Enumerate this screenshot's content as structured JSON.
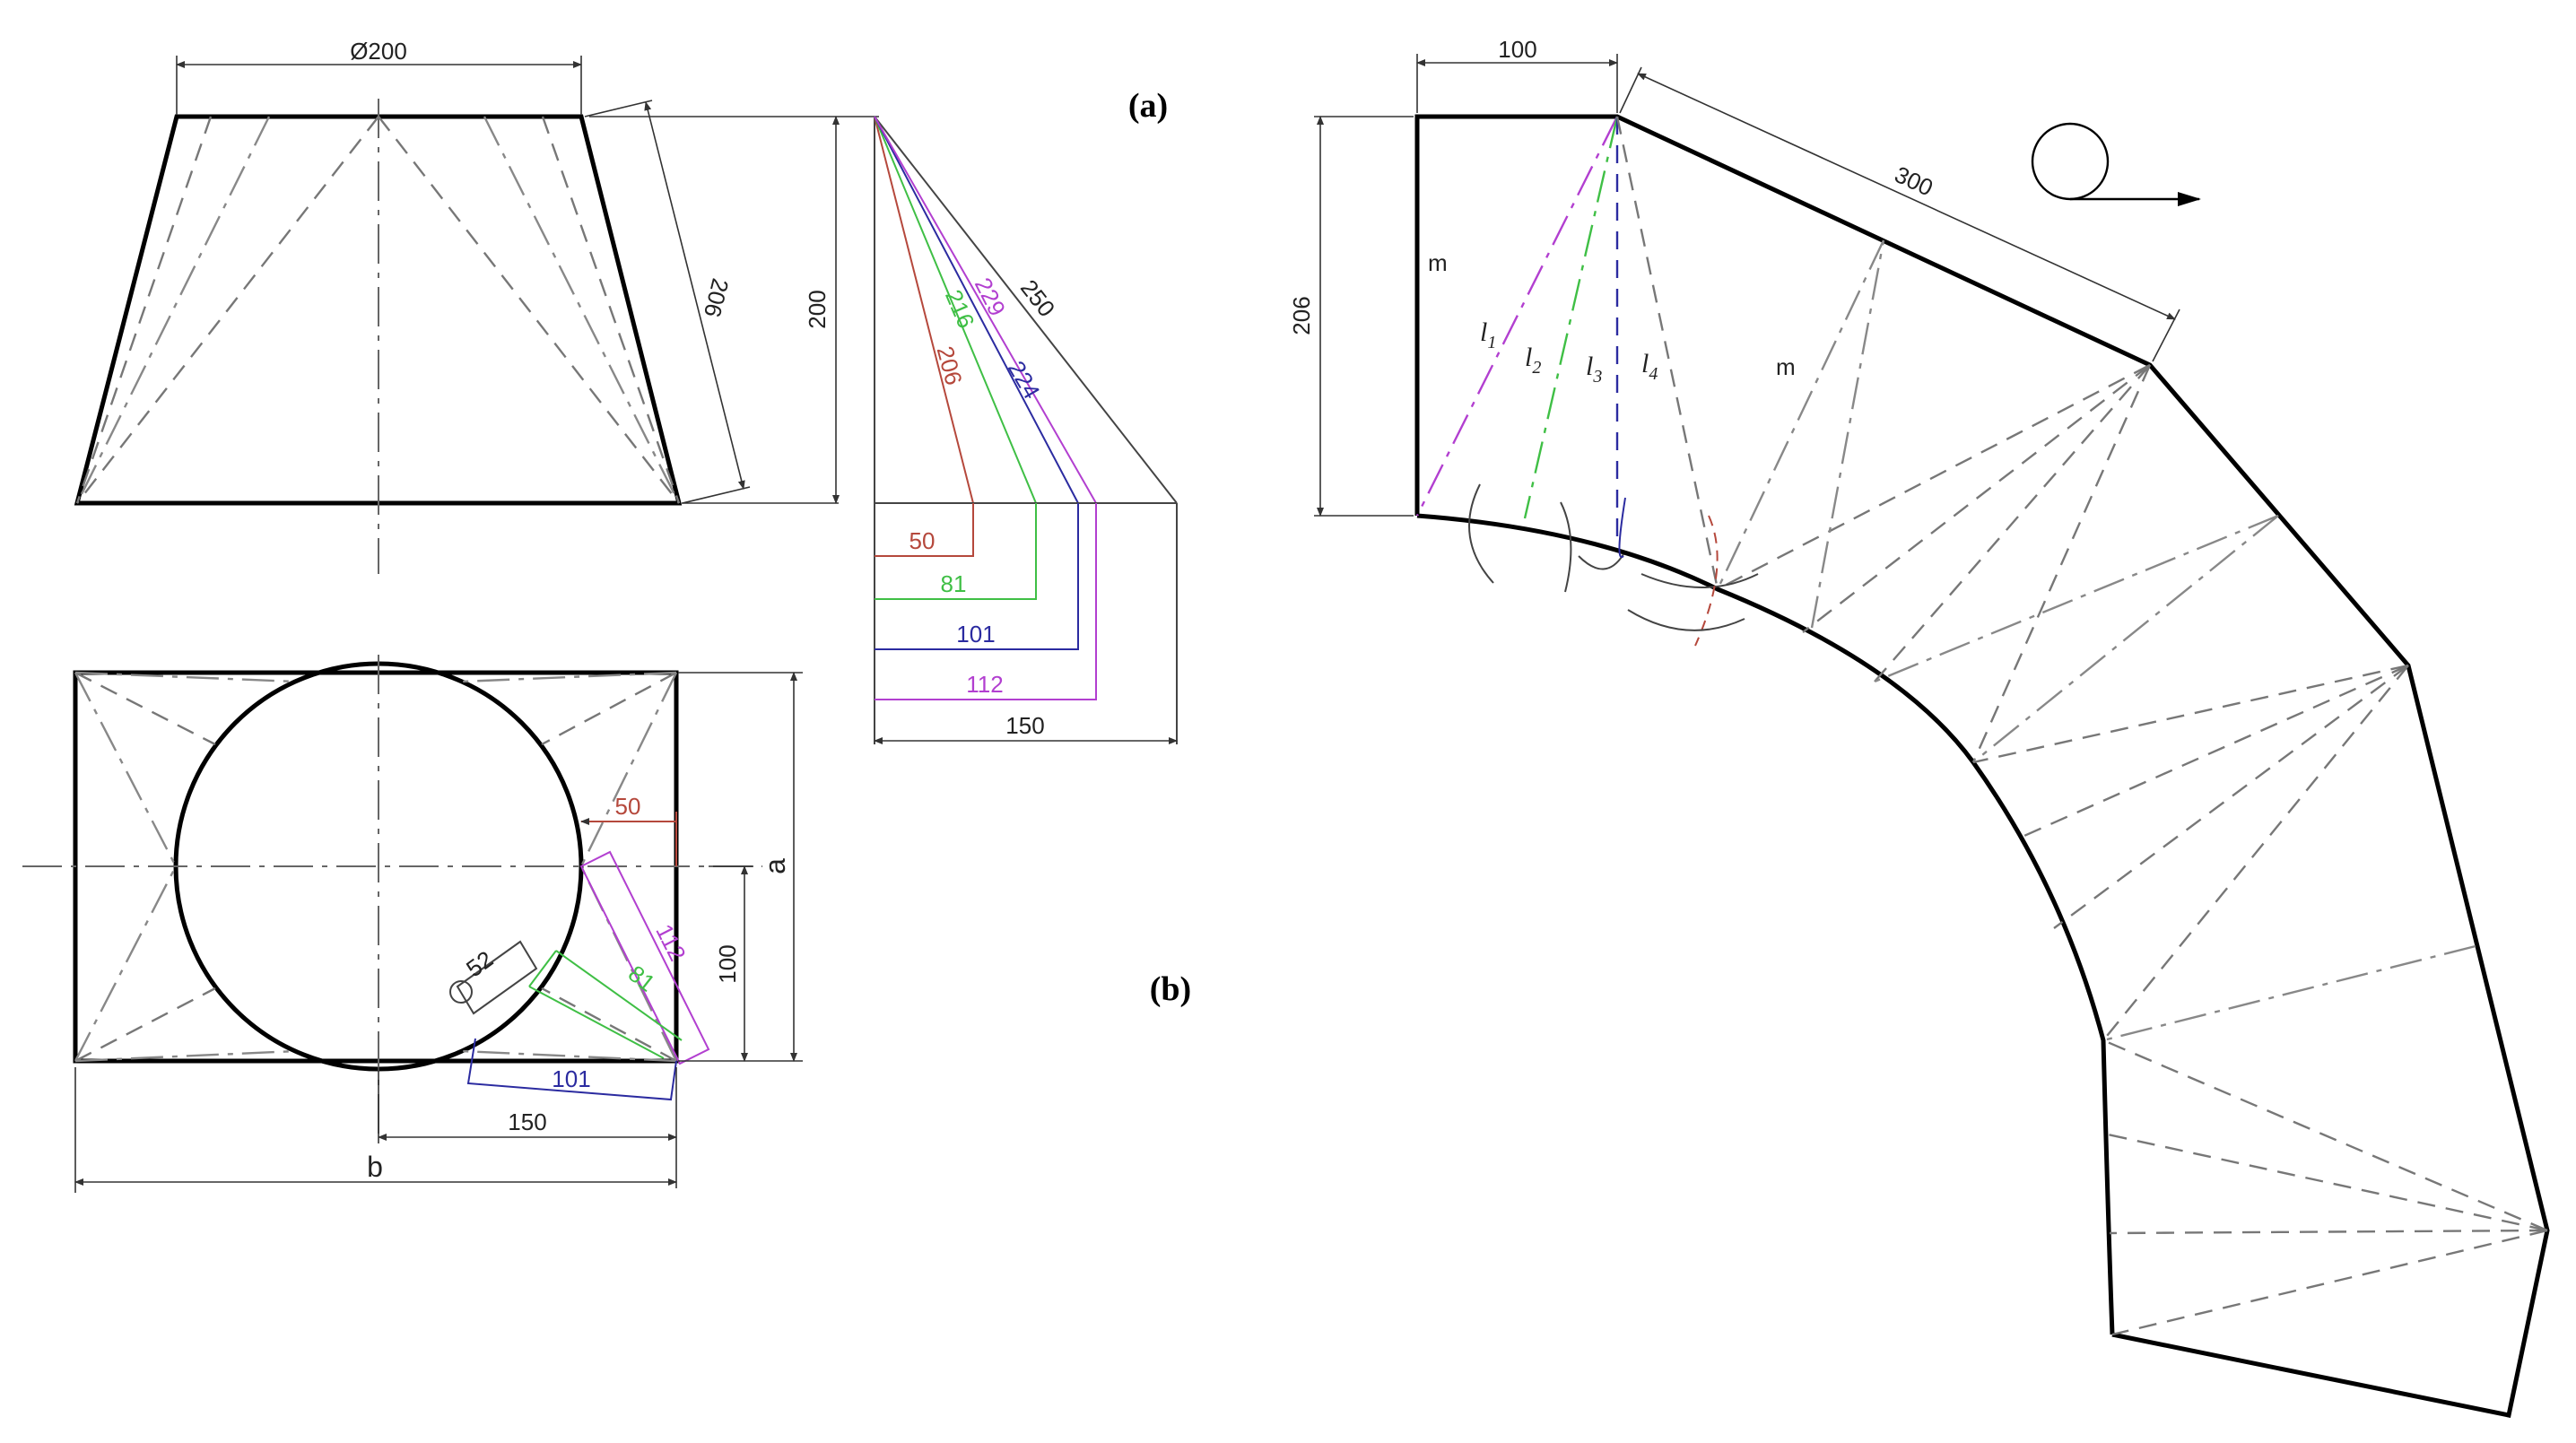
{
  "panel_labels": {
    "a": "(a)",
    "b": "(b)"
  },
  "front_view": {
    "top_diameter": "Ø200",
    "slant": "206",
    "height": "200"
  },
  "true_length": {
    "lengths": {
      "l1": "206",
      "l2": "216",
      "l3": "224",
      "l4": "229",
      "edge": "250"
    },
    "offsets": {
      "o1": "50",
      "o2": "81",
      "o3": "101",
      "o4": "112",
      "o5": "150"
    }
  },
  "top_view": {
    "a": "a",
    "b": "b",
    "half_b": "150",
    "half_a": "100",
    "d_red": "50",
    "d_green": "81",
    "d_blue": "101",
    "d_purple": "112",
    "radius": "52"
  },
  "development": {
    "top_width": "100",
    "left_height": "206",
    "edge_length": "300",
    "m_left": "m",
    "m_mid": "m",
    "l1": "l",
    "l2": "l",
    "l3": "l",
    "l4": "l",
    "s1": "1",
    "s2": "2",
    "s3": "3",
    "s4": "4"
  },
  "colors": {
    "red": "#b5483c",
    "green": "#3fbf45",
    "blue": "#2b2ba0",
    "purple": "#b23fd0"
  }
}
